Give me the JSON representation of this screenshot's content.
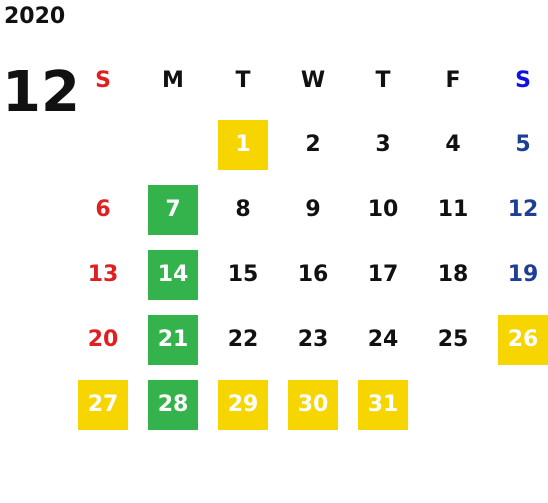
{
  "year": "2020",
  "month": "12",
  "weekdays": [
    "S",
    "M",
    "T",
    "W",
    "T",
    "F",
    "S"
  ],
  "colors": {
    "sunday": "#e02020",
    "saturday": "#1f3f96",
    "highlight_green": "#34b24c",
    "highlight_yellow": "#f7d500"
  },
  "days": [
    {
      "day": "1",
      "highlight": "yellow"
    },
    {
      "day": "2",
      "highlight": ""
    },
    {
      "day": "3",
      "highlight": ""
    },
    {
      "day": "4",
      "highlight": ""
    },
    {
      "day": "5",
      "highlight": ""
    },
    {
      "day": "6",
      "highlight": ""
    },
    {
      "day": "7",
      "highlight": "green"
    },
    {
      "day": "8",
      "highlight": ""
    },
    {
      "day": "9",
      "highlight": ""
    },
    {
      "day": "10",
      "highlight": ""
    },
    {
      "day": "11",
      "highlight": ""
    },
    {
      "day": "12",
      "highlight": ""
    },
    {
      "day": "13",
      "highlight": ""
    },
    {
      "day": "14",
      "highlight": "green"
    },
    {
      "day": "15",
      "highlight": ""
    },
    {
      "day": "16",
      "highlight": ""
    },
    {
      "day": "17",
      "highlight": ""
    },
    {
      "day": "18",
      "highlight": ""
    },
    {
      "day": "19",
      "highlight": ""
    },
    {
      "day": "20",
      "highlight": ""
    },
    {
      "day": "21",
      "highlight": "green"
    },
    {
      "day": "22",
      "highlight": ""
    },
    {
      "day": "23",
      "highlight": ""
    },
    {
      "day": "24",
      "highlight": ""
    },
    {
      "day": "25",
      "highlight": ""
    },
    {
      "day": "26",
      "highlight": "yellow"
    },
    {
      "day": "27",
      "highlight": "yellow"
    },
    {
      "day": "28",
      "highlight": "green"
    },
    {
      "day": "29",
      "highlight": "yellow"
    },
    {
      "day": "30",
      "highlight": "yellow"
    },
    {
      "day": "31",
      "highlight": "yellow"
    }
  ]
}
